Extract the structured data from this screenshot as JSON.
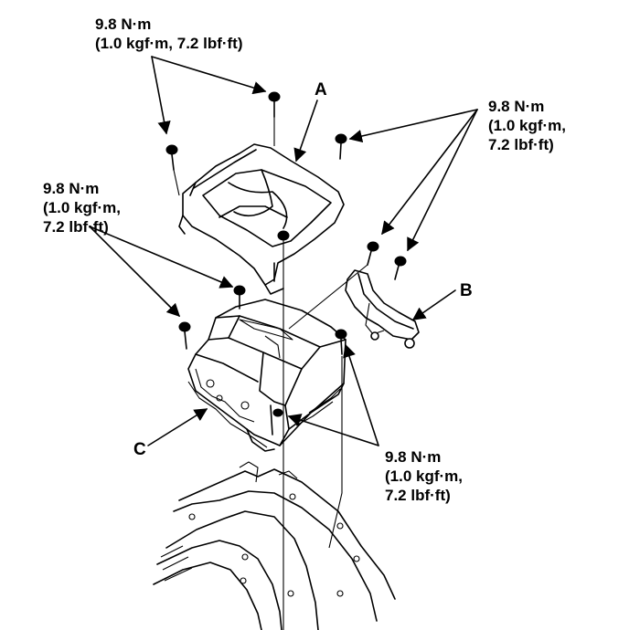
{
  "colors": {
    "line": "#000000",
    "background": "#ffffff"
  },
  "torque_callouts": [
    {
      "value": "9.8 N·m",
      "conversion": "(1.0 kgf·m, 7.2 lbf·ft)"
    },
    {
      "value": "9.8 N·m",
      "conversion_1": "(1.0 kgf·m,",
      "conversion_2": "7.2 lbf·ft)"
    },
    {
      "value": "9.8 N·m",
      "conversion_1": "(1.0 kgf·m,",
      "conversion_2": "7.2 lbf·ft)"
    },
    {
      "value": "9.8 N·m",
      "conversion_1": "(1.0 kgf·m,",
      "conversion_2": "7.2 lbf·ft)"
    }
  ],
  "part_labels": {
    "a": "A",
    "b": "B",
    "c": "C"
  }
}
